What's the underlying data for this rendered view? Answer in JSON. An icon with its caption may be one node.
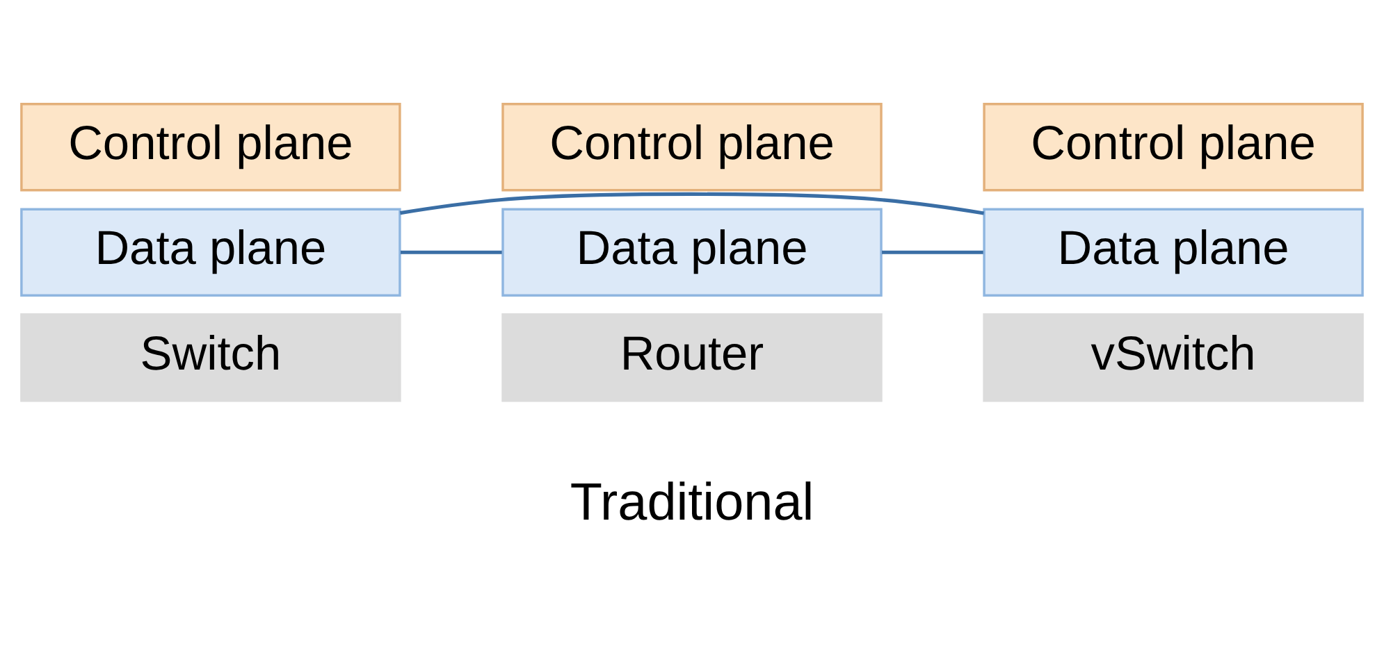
{
  "diagram": {
    "nodes": [
      {
        "text": [
          "Control plane"
        ]
      },
      {
        "text": [
          "Data plane"
        ]
      },
      {
        "text": [
          "Switch"
        ]
      },
      {
        "text": [
          "Control plane"
        ]
      },
      {
        "text": [
          "Data plane"
        ]
      },
      {
        "text": [
          "Router"
        ]
      },
      {
        "text": [
          "Control plane"
        ]
      },
      {
        "text": [
          "Data plane"
        ]
      },
      {
        "text": [
          "vSwitch"
        ]
      }
    ],
    "edges": [
      {
        "from": 1,
        "to": 4,
        "arrow": "none"
      },
      {
        "from": 4,
        "to": 7,
        "arrow": "none"
      },
      {
        "from": 1,
        "to": 7,
        "arrow": "none"
      }
    ],
    "labels": [
      "Traditional"
    ]
  }
}
